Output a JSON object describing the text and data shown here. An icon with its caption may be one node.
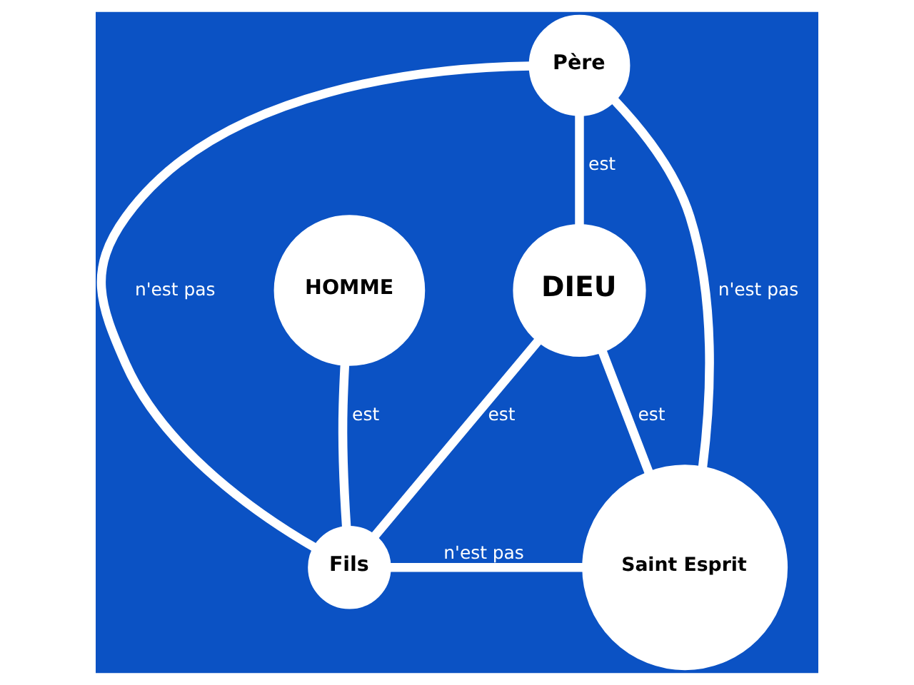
{
  "diagram": {
    "nodes": [
      {
        "text": [
          "Père"
        ]
      },
      {
        "text": [
          "HOMME"
        ]
      },
      {
        "text": [
          "DIEU"
        ]
      },
      {
        "text": [
          "Fils"
        ]
      },
      {
        "text": [
          "Saint Esprit"
        ]
      }
    ],
    "edges": [
      {
        "from": 0,
        "to": 3,
        "arrow": "none",
        "label": "n'est pas"
      },
      {
        "from": 0,
        "to": 4,
        "arrow": "none",
        "label": "n'est pas"
      },
      {
        "from": 0,
        "to": 2,
        "arrow": "none",
        "label": "est"
      },
      {
        "from": 1,
        "to": 3,
        "arrow": "none",
        "label": "est"
      },
      {
        "from": 2,
        "to": 3,
        "arrow": "none",
        "label": "est"
      },
      {
        "from": 2,
        "to": 4,
        "arrow": "none",
        "label": "est"
      },
      {
        "from": 3,
        "to": 4,
        "arrow": "none",
        "label": "n'est pas"
      }
    ]
  }
}
